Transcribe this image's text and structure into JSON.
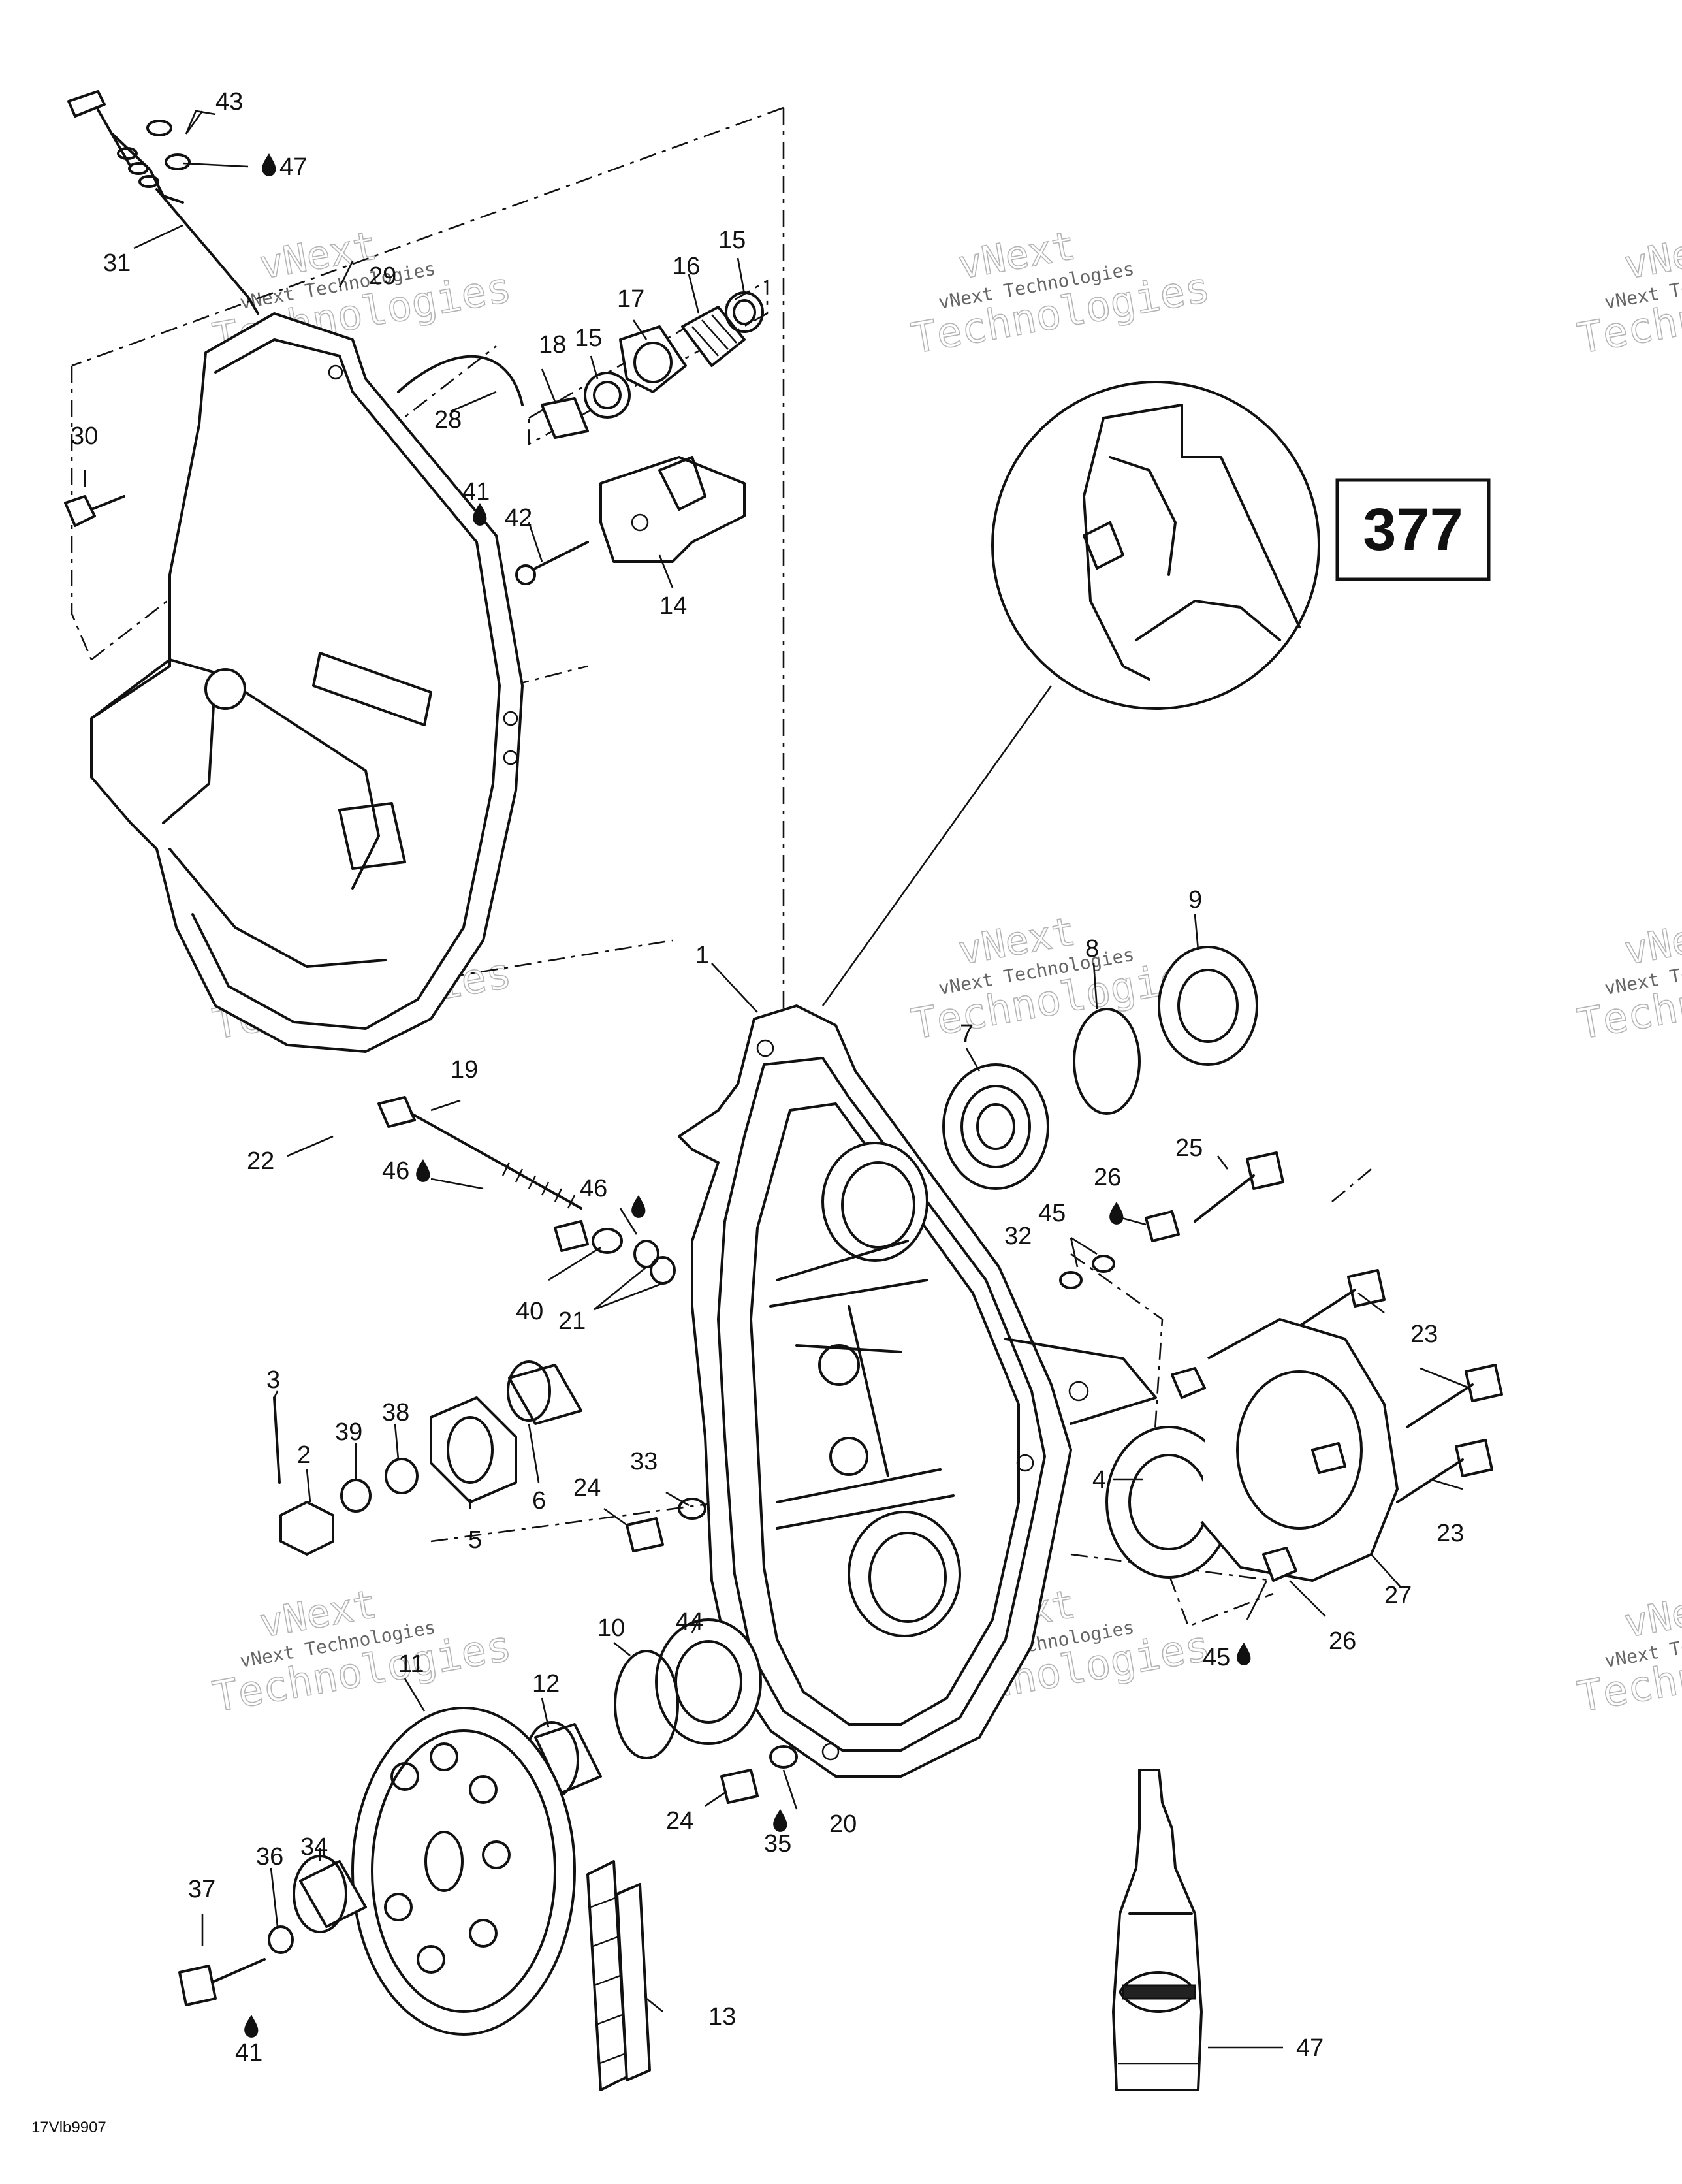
{
  "diagram_code": "17Vlb9907",
  "callout_box": "377",
  "watermark": {
    "line1": "vNext",
    "line2": "vNext Technologies",
    "line3": "Technologies"
  },
  "labels": [
    "1",
    "2",
    "3",
    "4",
    "5",
    "6",
    "7",
    "8",
    "9",
    "10",
    "11",
    "12",
    "13",
    "14",
    "15",
    "16",
    "17",
    "18",
    "19",
    "20",
    "21",
    "22",
    "23",
    "24",
    "25",
    "26",
    "27",
    "28",
    "29",
    "30",
    "31",
    "32",
    "33",
    "34",
    "35",
    "36",
    "37",
    "38",
    "39",
    "40",
    "41",
    "42",
    "43",
    "44",
    "45",
    "46",
    "47"
  ],
  "lubricant_icon": "oil-drop-icon",
  "colors": {
    "ink": "#111111",
    "watermark": "#b5b5b5",
    "background": "#ffffff"
  }
}
